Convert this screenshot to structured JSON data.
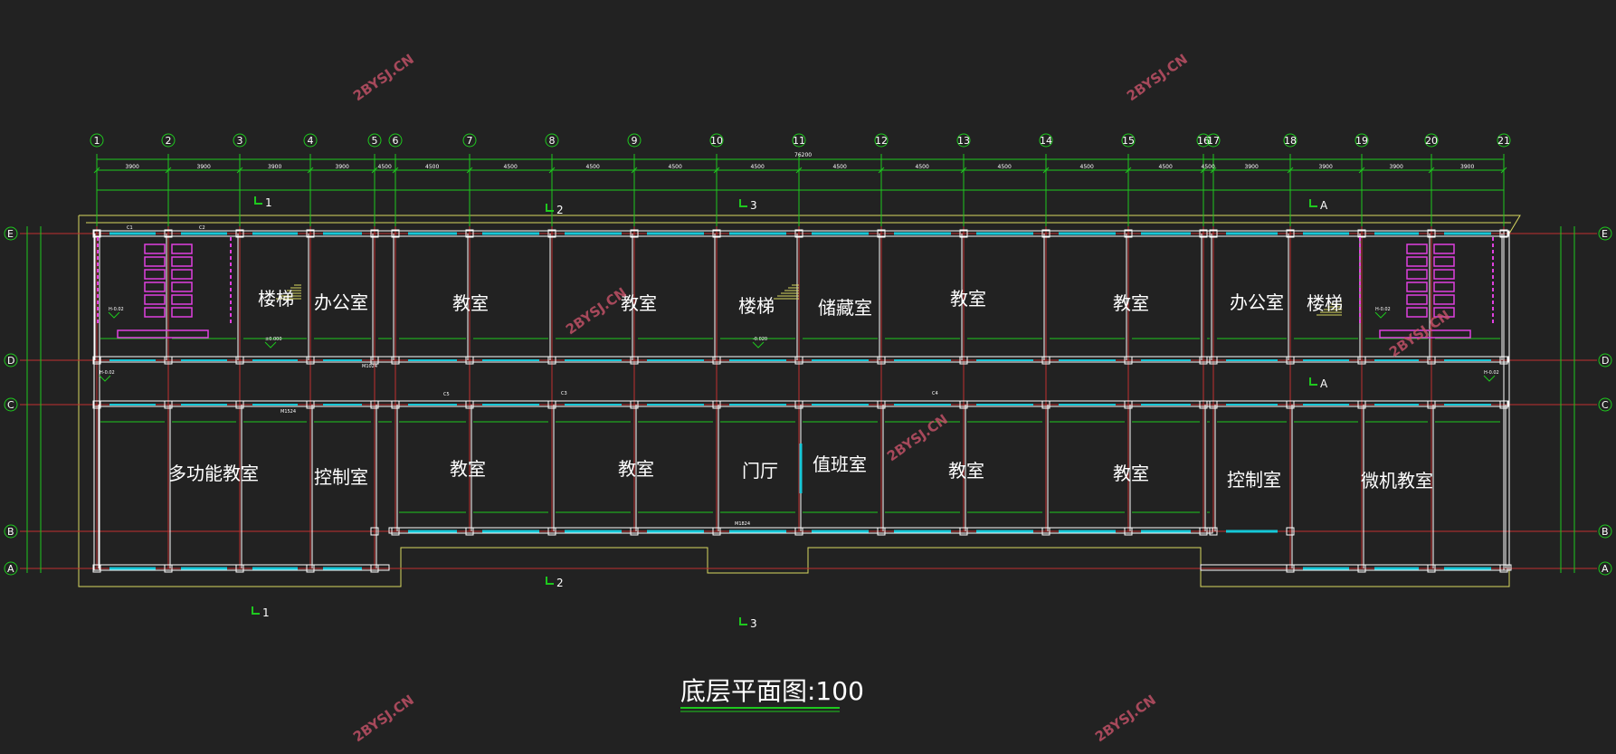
{
  "drawing": {
    "title": "底层平面图:100",
    "colors": {
      "background": "#222222",
      "axis_line": "#c03030",
      "dimension": "#1ec81e",
      "wall": "#ffffff",
      "window": "#16c8d8",
      "outline": "#d8d860",
      "fixture": "#e040e0",
      "watermark": "#c9536a"
    },
    "columns": [
      "1",
      "2",
      "3",
      "4",
      "5",
      "6",
      "7",
      "8",
      "9",
      "10",
      "11",
      "12",
      "13",
      "14",
      "15",
      "16",
      "17",
      "18",
      "19",
      "20",
      "21"
    ],
    "rows": [
      "E",
      "D",
      "C",
      "B",
      "A"
    ],
    "bay_dimensions": [
      "3900",
      "3900",
      "3900",
      "3900",
      "4500",
      "4500",
      "4500",
      "4500",
      "4500",
      "4500",
      "4500",
      "4500",
      "4500",
      "4500",
      "4500",
      "4500",
      "3900",
      "3900",
      "3900",
      "3900"
    ],
    "overall_dimension": "76200",
    "rooms": [
      {
        "id": "stair-left",
        "label": "楼梯"
      },
      {
        "id": "office-left",
        "label": "办公室"
      },
      {
        "id": "classroom-n1",
        "label": "教室"
      },
      {
        "id": "classroom-n2",
        "label": "教室"
      },
      {
        "id": "stair-mid",
        "label": "楼梯"
      },
      {
        "id": "storage",
        "label": "储藏室"
      },
      {
        "id": "classroom-n3",
        "label": "教室"
      },
      {
        "id": "classroom-n4",
        "label": "教室"
      },
      {
        "id": "office-right",
        "label": "办公室"
      },
      {
        "id": "stair-right",
        "label": "楼梯"
      },
      {
        "id": "multi-classroom",
        "label": "多功能教室"
      },
      {
        "id": "control-left",
        "label": "控制室"
      },
      {
        "id": "classroom-s1",
        "label": "教室"
      },
      {
        "id": "classroom-s2",
        "label": "教室"
      },
      {
        "id": "lobby",
        "label": "门厅"
      },
      {
        "id": "duty",
        "label": "值班室"
      },
      {
        "id": "classroom-s3",
        "label": "教室"
      },
      {
        "id": "classroom-s4",
        "label": "教室"
      },
      {
        "id": "control-right",
        "label": "控制室"
      },
      {
        "id": "computer-classroom",
        "label": "微机教室"
      }
    ],
    "section_marks": [
      "1",
      "1",
      "2",
      "2",
      "3",
      "3",
      "A",
      "A"
    ],
    "window_tags": [
      "C1",
      "C2",
      "C3",
      "C4",
      "C5"
    ],
    "door_tags": [
      "M1024",
      "M1524",
      "M1824"
    ],
    "level_marks": [
      "±0.000",
      "H-0.02",
      "H-0.02",
      "-0.020",
      "H-0.02",
      "H-0.02"
    ],
    "watermarks": [
      "2BYSJ.CN",
      "2BYSJ.CN",
      "2BYSJ.CN",
      "2BYSJ.CN",
      "2BYSJ.CN",
      "2BYSJ.CN",
      "2BYSJ.CN"
    ]
  }
}
